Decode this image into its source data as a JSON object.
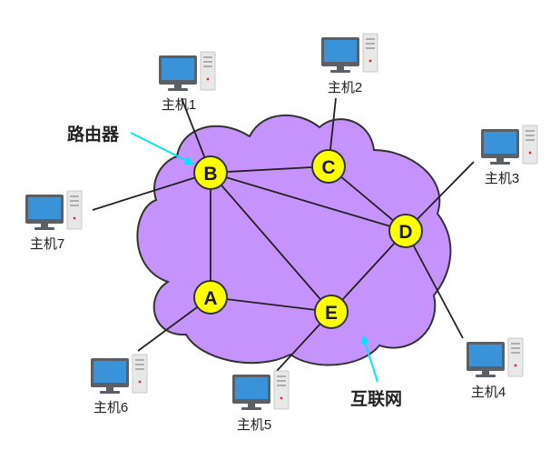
{
  "labels": {
    "router": "路由器",
    "internet": "互联网"
  },
  "colors": {
    "cloud_fill": "#c593fb",
    "cloud_stroke": "#333333",
    "router_fill": "#ffff00",
    "arrow": "#00e5ff",
    "monitor_body": "#5b5f66",
    "monitor_screen": "#3a93d8",
    "tower": "#e8e8e8"
  },
  "routers": [
    {
      "id": "A",
      "label": "A"
    },
    {
      "id": "B",
      "label": "B"
    },
    {
      "id": "C",
      "label": "C"
    },
    {
      "id": "D",
      "label": "D"
    },
    {
      "id": "E",
      "label": "E"
    }
  ],
  "hosts": [
    {
      "id": "h1",
      "label": "主机1",
      "router": "B",
      "icon": "computer-icon"
    },
    {
      "id": "h2",
      "label": "主机2",
      "router": "C",
      "icon": "computer-icon"
    },
    {
      "id": "h3",
      "label": "主机3",
      "router": "D",
      "icon": "computer-icon"
    },
    {
      "id": "h4",
      "label": "主机4",
      "router": "D",
      "icon": "computer-icon"
    },
    {
      "id": "h5",
      "label": "主机5",
      "router": "E",
      "icon": "computer-icon"
    },
    {
      "id": "h6",
      "label": "主机6",
      "router": "A",
      "icon": "computer-icon"
    },
    {
      "id": "h7",
      "label": "主机7",
      "router": "B",
      "icon": "computer-icon"
    }
  ],
  "links": [
    [
      "A",
      "B"
    ],
    [
      "A",
      "E"
    ],
    [
      "B",
      "C"
    ],
    [
      "B",
      "D"
    ],
    [
      "B",
      "E"
    ],
    [
      "C",
      "D"
    ],
    [
      "D",
      "E"
    ]
  ]
}
